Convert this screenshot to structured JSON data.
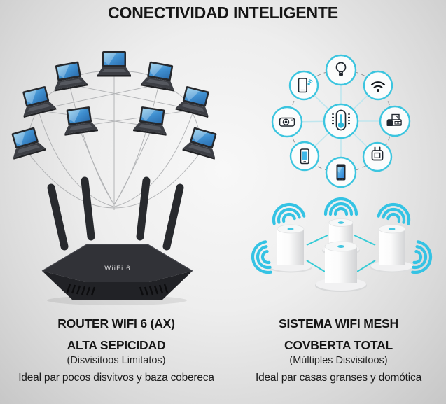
{
  "title": "CONECTIVIDAD INTELIGENTE",
  "router_label": "WiiFi 6",
  "colors": {
    "accent_cyan": "#3cc5df",
    "pale_cyan_line": "#bfe6ee",
    "gray_line": "#9fa1a4",
    "router_dark": "#2b2b2f",
    "laptop_screen_blue": "#3a8fd0",
    "text_dark": "#161616"
  },
  "left_column": {
    "heading": "ROUTER WIFI 6 (AX)",
    "subheading": "ALTA SEPICIDAD",
    "qualifier": "(Disvisitoos Limitatos)",
    "description": "Ideal par pocos disvitvos y baza cobereca",
    "laptop_count": 9
  },
  "right_column": {
    "heading": "SISTEMA WIFI MESH",
    "subheading": "COVBERTA TOTAL",
    "qualifier": "(Múltiples Disvisitoos)",
    "description": "Ideal par casas granses y domótica",
    "mesh_node_count": 4,
    "hub": {
      "center_icon": "thermostat-icon",
      "outer_icons": [
        "lightbulb-icon",
        "wifi-icon",
        "printer-icon",
        "plug-icon",
        "smartphone-icon",
        "phone-icon",
        "projector-icon",
        "smartphone-signal-icon"
      ]
    }
  }
}
